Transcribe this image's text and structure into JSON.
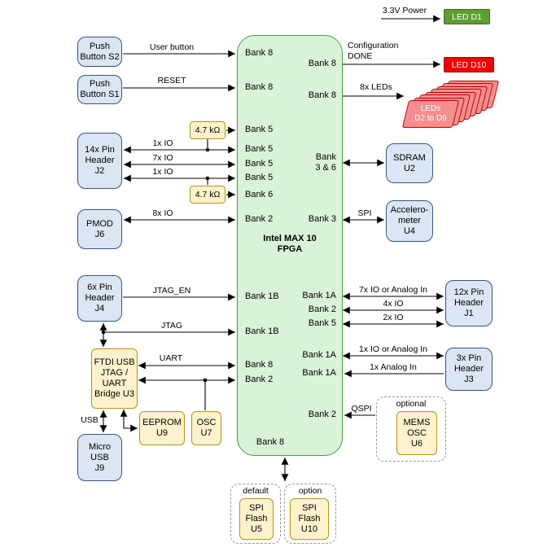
{
  "fpga": {
    "title": "Intel MAX 10\nFPGA",
    "left_banks": [
      "Bank 8",
      "Bank 8",
      "Bank 5",
      "Bank 5",
      "Bank 5",
      "Bank 5",
      "Bank 6",
      "Bank 2",
      "Bank 1B",
      "Bank 1B",
      "Bank 8",
      "Bank 2"
    ],
    "bottom_bank": "Bank 8",
    "right_banks": [
      "Bank 8",
      "Bank 8",
      "Bank\n3 & 6",
      "Bank 3",
      "Bank 1A",
      "Bank 2",
      "Bank 5",
      "Bank 1A",
      "Bank 1A",
      "Bank 2"
    ]
  },
  "nodes": {
    "push_button_s2": "Push\nButton S2",
    "push_button_s1": "Push\nButton S1",
    "pin_header_j2": "14x Pin\nHeader\nJ2",
    "pmod_j6": "PMOD\nJ6",
    "pin_header_j4": "6x Pin\nHeader\nJ4",
    "ftdi_bridge_u3": "FTDI USB\nJTAG /\nUART\nBridge U3",
    "micro_usb_j9": "Micro\nUSB\nJ9",
    "resistor_top": "4.7 kΩ",
    "resistor_bottom": "4.7 kΩ",
    "eeprom_u9": "EEPROM\nU9",
    "osc_u7": "OSC\nU7",
    "led_d1": "LED D1",
    "led_d10": "LED D10",
    "led_stack": "LEDs\nD2 to D9",
    "sdram_u2": "SDRAM\nU2",
    "accelerometer_u4": "Accelero-\nmeter\nU4",
    "pin_header_j1": "12x Pin\nHeader\nJ1",
    "pin_header_j3": "3x Pin\nHeader\nJ3",
    "mems_osc_u6": "MEMS\nOSC\nU6",
    "spi_flash_u5": "SPI\nFlash\nU5",
    "spi_flash_u10": "SPI\nFlash\nU10"
  },
  "groups": {
    "optional": "optional",
    "default": "default",
    "option": "option"
  },
  "edge_labels": {
    "power": "3.3V Power",
    "config_done": "Configuration\nDONE",
    "leds_8x": "8x LEDs",
    "user_button": "User button",
    "reset": "RESET",
    "io_1x_top": "1x IO",
    "io_7x": "7x IO",
    "io_1x_bottom": "1x IO",
    "io_8x": "8x IO",
    "jtag_en": "JTAG_EN",
    "jtag": "JTAG",
    "uart": "UART",
    "usb": "USB",
    "spi": "SPI",
    "io_7x_analog": "7x IO or Analog In",
    "io_4x": "4x IO",
    "io_2x": "2x IO",
    "io_1x_analog": "1x IO or Analog In",
    "analog_1x": "1x Analog In",
    "qspi": "QSPI"
  },
  "colors": {
    "fpga_fill": "#d8f3d8",
    "fpga_border": "#45a049",
    "blue_fill": "#dbe5f3",
    "blue_border": "#34558b",
    "yellow_fill": "#fff2cc",
    "yellow_border": "#b59410",
    "led_green": "#5c9e31",
    "led_red": "#f20000",
    "led_stack_fill": "#f58f8f",
    "led_stack_border": "#c00000"
  }
}
